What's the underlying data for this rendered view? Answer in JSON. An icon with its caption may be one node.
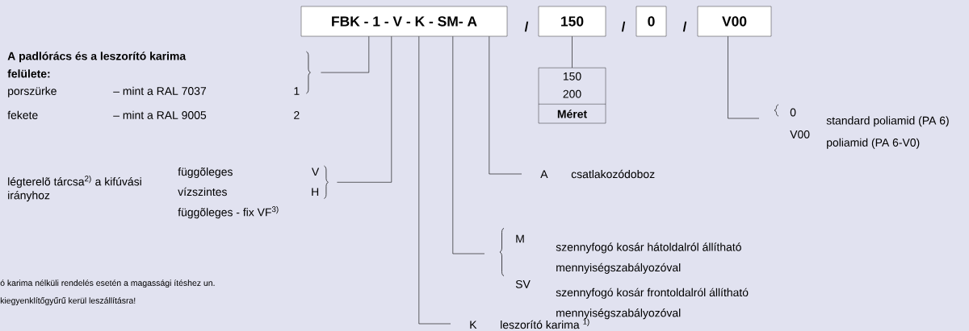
{
  "diagram": {
    "nodes": [
      {
        "text": [
          "FBK - 1 - V - K - SM- A"
        ]
      },
      {
        "text": [
          "150"
        ]
      },
      {
        "text": [
          "0"
        ]
      },
      {
        "text": [
          "V00"
        ]
      },
      {
        "text": [
          "150",
          "200",
          "Méret"
        ]
      },
      {
        "text": [
          "A padlórács és a leszorító karima felülete:",
          "porszürke",
          "– mint a RAL 7037",
          "1",
          "fekete",
          "– mint a RAL 9005",
          "2"
        ]
      },
      {
        "text": [
          "légterelõ tárcsa$^{2)}$ a kifúvási irányhoz",
          "függõleges",
          "V",
          "vízszintes",
          "H",
          "függõleges - fix VF$^{3)}$"
        ]
      },
      {
        "text": [
          "K",
          "leszorító karima $^{1)}$"
        ]
      },
      {
        "text": [
          "M",
          "szennyfogó kosár hátoldalról állítható mennyiségszabályozóval",
          "SV",
          "szennyfogó kosár frontoldalról állítható mennyiségszabályozóval"
        ]
      },
      {
        "text": [
          "A",
          "csatlakozódoboz"
        ]
      },
      {
        "text": [
          "0",
          "standard poliamid (PA 6)",
          "V00",
          "poliamid (PA 6-V0)"
        ]
      }
    ],
    "edges": [
      {
        "from": 0,
        "to": 5,
        "arrow": "none"
      },
      {
        "from": 0,
        "to": 6,
        "arrow": "none"
      },
      {
        "from": 0,
        "to": 7,
        "arrow": "none"
      },
      {
        "from": 0,
        "to": 8,
        "arrow": "none"
      },
      {
        "from": 0,
        "to": 9,
        "arrow": "none"
      },
      {
        "from": 1,
        "to": 4,
        "arrow": "none"
      },
      {
        "from": 3,
        "to": 10,
        "arrow": "none"
      }
    ],
    "labels": [
      "/",
      "/",
      "/",
      "ó karima nélküli rendelés esetén a magassági ítéshez un. kiegyenklítőgyűrű kerül leszállításra!"
    ]
  }
}
